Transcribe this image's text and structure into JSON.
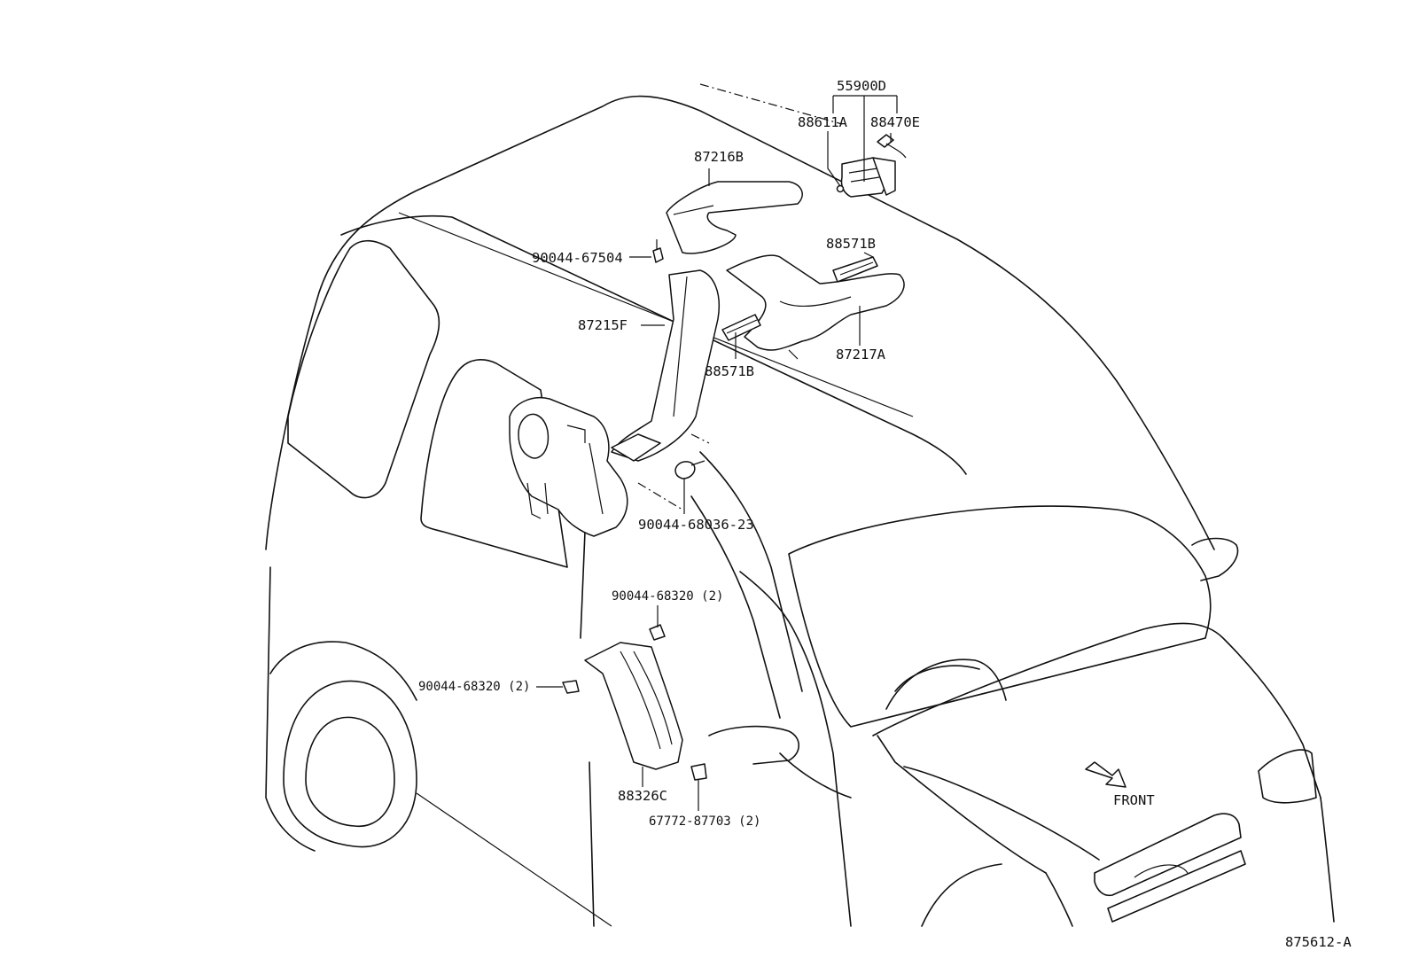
{
  "labels": {
    "p55900D": "55900D",
    "p88611A": "88611A",
    "p88470E": "88470E",
    "p87216B": "87216B",
    "p88571B_top": "88571B",
    "p90044_67504": "90044-67504",
    "p87215F": "87215F",
    "p88571B_mid": "88571B",
    "p87217A": "87217A",
    "p90044_68036_23": "90044-68036-23",
    "p90044_68320_top": "90044-68320 (2)",
    "p90044_68320_left": "90044-68320 (2)",
    "p88326C": "88326C",
    "p67772_87703": "67772-87703 (2)",
    "front": "FRONT",
    "ref": "875612-A"
  }
}
